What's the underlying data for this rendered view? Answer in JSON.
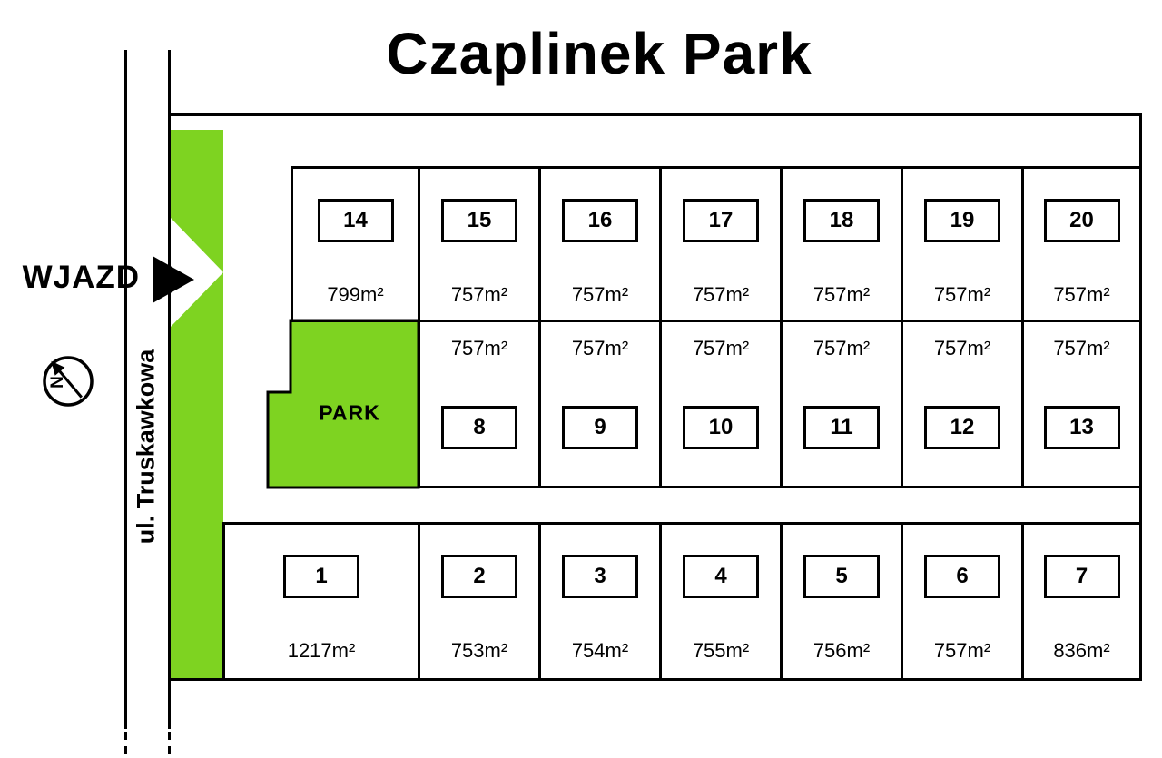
{
  "title": "Czaplinek Park",
  "labels": {
    "entrance": "WJAZD",
    "street": "ul. Truskawkowa",
    "park": "PARK",
    "compass_north": "N"
  },
  "colors": {
    "green": "#7ED321",
    "line": "#000000"
  },
  "plots": {
    "top_row": [
      {
        "number": "14",
        "area": "799m²"
      },
      {
        "number": "15",
        "area": "757m²"
      },
      {
        "number": "16",
        "area": "757m²"
      },
      {
        "number": "17",
        "area": "757m²"
      },
      {
        "number": "18",
        "area": "757m²"
      },
      {
        "number": "19",
        "area": "757m²"
      },
      {
        "number": "20",
        "area": "757m²"
      }
    ],
    "middle_row": [
      {
        "number": "8",
        "area": "757m²"
      },
      {
        "number": "9",
        "area": "757m²"
      },
      {
        "number": "10",
        "area": "757m²"
      },
      {
        "number": "11",
        "area": "757m²"
      },
      {
        "number": "12",
        "area": "757m²"
      },
      {
        "number": "13",
        "area": "757m²"
      }
    ],
    "bottom_row": [
      {
        "number": "1",
        "area": "1217m²"
      },
      {
        "number": "2",
        "area": "753m²"
      },
      {
        "number": "3",
        "area": "754m²"
      },
      {
        "number": "4",
        "area": "755m²"
      },
      {
        "number": "5",
        "area": "756m²"
      },
      {
        "number": "6",
        "area": "757m²"
      },
      {
        "number": "7",
        "area": "836m²"
      }
    ]
  }
}
